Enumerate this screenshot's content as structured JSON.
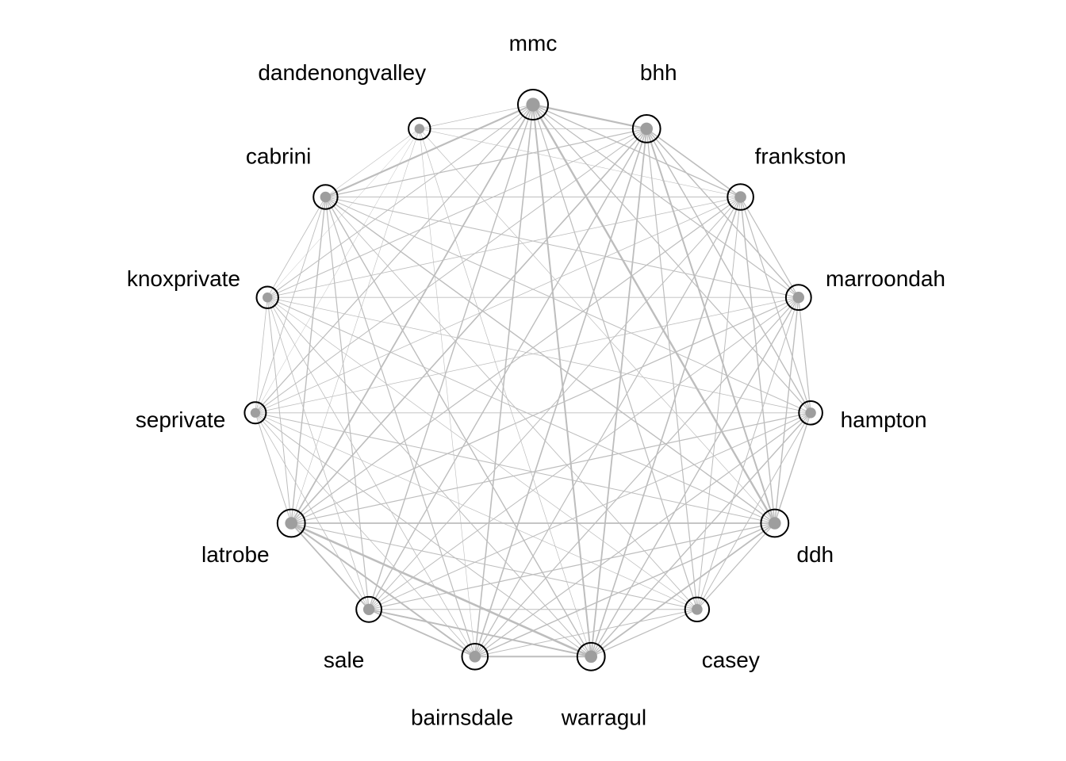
{
  "graph": {
    "type": "circular-network",
    "colors": {
      "edge": "#bdbdbd",
      "node_outline": "#000000",
      "node_fill": "#9e9e9e",
      "label": "#000000",
      "background": "#ffffff"
    },
    "nodes": [
      {
        "id": "mmc",
        "label": "mmc",
        "size": 1.0
      },
      {
        "id": "bhh",
        "label": "bhh",
        "size": 0.85
      },
      {
        "id": "frankston",
        "label": "frankston",
        "size": 0.75
      },
      {
        "id": "marroondah",
        "label": "marroondah",
        "size": 0.72
      },
      {
        "id": "hampton",
        "label": "hampton",
        "size": 0.62
      },
      {
        "id": "ddh",
        "label": "ddh",
        "size": 0.85
      },
      {
        "id": "casey",
        "label": "casey",
        "size": 0.65
      },
      {
        "id": "warragul",
        "label": "warragul",
        "size": 0.85
      },
      {
        "id": "bairnsdale",
        "label": "bairnsdale",
        "size": 0.75
      },
      {
        "id": "sale",
        "label": "sale",
        "size": 0.72
      },
      {
        "id": "latrobe",
        "label": "latrobe",
        "size": 0.85
      },
      {
        "id": "seprivate",
        "label": "seprivate",
        "size": 0.5
      },
      {
        "id": "knoxprivate",
        "label": "knoxprivate",
        "size": 0.52
      },
      {
        "id": "cabrini",
        "label": "cabrini",
        "size": 0.65
      },
      {
        "id": "dandenongvalley",
        "label": "dandenongvalley",
        "size": 0.52
      }
    ],
    "edges": [
      [
        "mmc",
        "bhh",
        2.2
      ],
      [
        "mmc",
        "frankston",
        1.4
      ],
      [
        "mmc",
        "marroondah",
        1.2
      ],
      [
        "mmc",
        "hampton",
        1.2
      ],
      [
        "mmc",
        "ddh",
        2.4
      ],
      [
        "mmc",
        "casey",
        1.2
      ],
      [
        "mmc",
        "warragul",
        2.0
      ],
      [
        "mmc",
        "bairnsdale",
        1.6
      ],
      [
        "mmc",
        "sale",
        1.4
      ],
      [
        "mmc",
        "latrobe",
        1.8
      ],
      [
        "mmc",
        "seprivate",
        1.2
      ],
      [
        "mmc",
        "knoxprivate",
        1.0
      ],
      [
        "mmc",
        "cabrini",
        2.2
      ],
      [
        "mmc",
        "dandenongvalley",
        0.8
      ],
      [
        "bhh",
        "frankston",
        1.6
      ],
      [
        "bhh",
        "marroondah",
        1.4
      ],
      [
        "bhh",
        "hampton",
        1.4
      ],
      [
        "bhh",
        "ddh",
        2.0
      ],
      [
        "bhh",
        "casey",
        1.2
      ],
      [
        "bhh",
        "warragul",
        1.8
      ],
      [
        "bhh",
        "bairnsdale",
        1.6
      ],
      [
        "bhh",
        "sale",
        1.4
      ],
      [
        "bhh",
        "latrobe",
        1.6
      ],
      [
        "bhh",
        "seprivate",
        1.0
      ],
      [
        "bhh",
        "knoxprivate",
        1.0
      ],
      [
        "bhh",
        "cabrini",
        1.2
      ],
      [
        "bhh",
        "dandenongvalley",
        0.7
      ],
      [
        "frankston",
        "marroondah",
        1.2
      ],
      [
        "frankston",
        "hampton",
        1.2
      ],
      [
        "frankston",
        "ddh",
        1.4
      ],
      [
        "frankston",
        "casey",
        1.0
      ],
      [
        "frankston",
        "warragul",
        1.6
      ],
      [
        "frankston",
        "bairnsdale",
        1.2
      ],
      [
        "frankston",
        "sale",
        1.0
      ],
      [
        "frankston",
        "latrobe",
        1.2
      ],
      [
        "frankston",
        "seprivate",
        0.8
      ],
      [
        "frankston",
        "knoxprivate",
        0.8
      ],
      [
        "frankston",
        "cabrini",
        1.0
      ],
      [
        "frankston",
        "dandenongvalley",
        0.6
      ],
      [
        "marroondah",
        "hampton",
        1.2
      ],
      [
        "marroondah",
        "ddh",
        1.4
      ],
      [
        "marroondah",
        "casey",
        1.0
      ],
      [
        "marroondah",
        "warragul",
        1.4
      ],
      [
        "marroondah",
        "bairnsdale",
        1.2
      ],
      [
        "marroondah",
        "sale",
        1.0
      ],
      [
        "marroondah",
        "latrobe",
        1.2
      ],
      [
        "marroondah",
        "seprivate",
        0.8
      ],
      [
        "marroondah",
        "knoxprivate",
        0.8
      ],
      [
        "marroondah",
        "cabrini",
        1.0
      ],
      [
        "hampton",
        "ddh",
        1.4
      ],
      [
        "hampton",
        "casey",
        1.0
      ],
      [
        "hampton",
        "warragul",
        1.4
      ],
      [
        "hampton",
        "bairnsdale",
        1.2
      ],
      [
        "hampton",
        "sale",
        1.0
      ],
      [
        "hampton",
        "latrobe",
        1.2
      ],
      [
        "hampton",
        "seprivate",
        0.8
      ],
      [
        "hampton",
        "knoxprivate",
        0.8
      ],
      [
        "hampton",
        "cabrini",
        1.0
      ],
      [
        "ddh",
        "casey",
        1.2
      ],
      [
        "ddh",
        "warragul",
        1.8
      ],
      [
        "ddh",
        "bairnsdale",
        1.4
      ],
      [
        "ddh",
        "sale",
        1.2
      ],
      [
        "ddh",
        "latrobe",
        1.8
      ],
      [
        "ddh",
        "seprivate",
        1.0
      ],
      [
        "ddh",
        "knoxprivate",
        1.0
      ],
      [
        "ddh",
        "cabrini",
        1.4
      ],
      [
        "ddh",
        "dandenongvalley",
        0.7
      ],
      [
        "casey",
        "warragul",
        1.2
      ],
      [
        "casey",
        "bairnsdale",
        1.0
      ],
      [
        "casey",
        "sale",
        1.0
      ],
      [
        "casey",
        "latrobe",
        1.0
      ],
      [
        "casey",
        "seprivate",
        0.7
      ],
      [
        "casey",
        "knoxprivate",
        0.7
      ],
      [
        "casey",
        "cabrini",
        0.9
      ],
      [
        "warragul",
        "bairnsdale",
        2.0
      ],
      [
        "warragul",
        "sale",
        2.0
      ],
      [
        "warragul",
        "latrobe",
        2.6
      ],
      [
        "warragul",
        "seprivate",
        1.0
      ],
      [
        "warragul",
        "knoxprivate",
        1.0
      ],
      [
        "warragul",
        "cabrini",
        1.4
      ],
      [
        "warragul",
        "dandenongvalley",
        0.7
      ],
      [
        "bairnsdale",
        "sale",
        1.8
      ],
      [
        "bairnsdale",
        "latrobe",
        2.0
      ],
      [
        "bairnsdale",
        "seprivate",
        0.8
      ],
      [
        "bairnsdale",
        "knoxprivate",
        0.8
      ],
      [
        "bairnsdale",
        "cabrini",
        1.2
      ],
      [
        "bairnsdale",
        "dandenongvalley",
        0.6
      ],
      [
        "sale",
        "latrobe",
        1.8
      ],
      [
        "sale",
        "seprivate",
        0.8
      ],
      [
        "sale",
        "knoxprivate",
        0.8
      ],
      [
        "sale",
        "cabrini",
        1.2
      ],
      [
        "latrobe",
        "seprivate",
        1.0
      ],
      [
        "latrobe",
        "knoxprivate",
        1.0
      ],
      [
        "latrobe",
        "cabrini",
        1.4
      ],
      [
        "latrobe",
        "dandenongvalley",
        0.6
      ],
      [
        "seprivate",
        "knoxprivate",
        0.8
      ],
      [
        "seprivate",
        "cabrini",
        0.9
      ],
      [
        "seprivate",
        "dandenongvalley",
        0.5
      ],
      [
        "knoxprivate",
        "cabrini",
        0.9
      ],
      [
        "knoxprivate",
        "dandenongvalley",
        0.5
      ],
      [
        "cabrini",
        "dandenongvalley",
        0.6
      ]
    ]
  }
}
